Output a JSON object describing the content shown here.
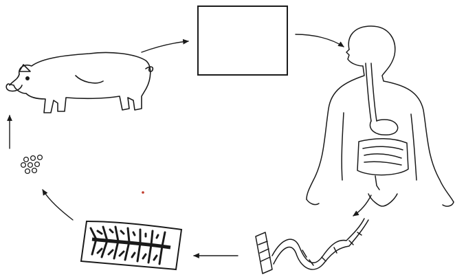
{
  "diagram": {
    "type": "life-cycle",
    "stages": [
      {
        "id": "pig",
        "icon": "pig-icon"
      },
      {
        "id": "unknown-stage",
        "icon": "blank-box",
        "label": ""
      },
      {
        "id": "human-host",
        "icon": "human-digestive-system-icon"
      },
      {
        "id": "tapeworm",
        "icon": "tapeworm-icon"
      },
      {
        "id": "proglottid",
        "icon": "gravid-proglottid-icon"
      },
      {
        "id": "eggs",
        "icon": "eggs-icon"
      }
    ],
    "colors": {
      "ink": "#1a1a1a",
      "background": "#ffffff",
      "dot": "#c0392b"
    }
  }
}
